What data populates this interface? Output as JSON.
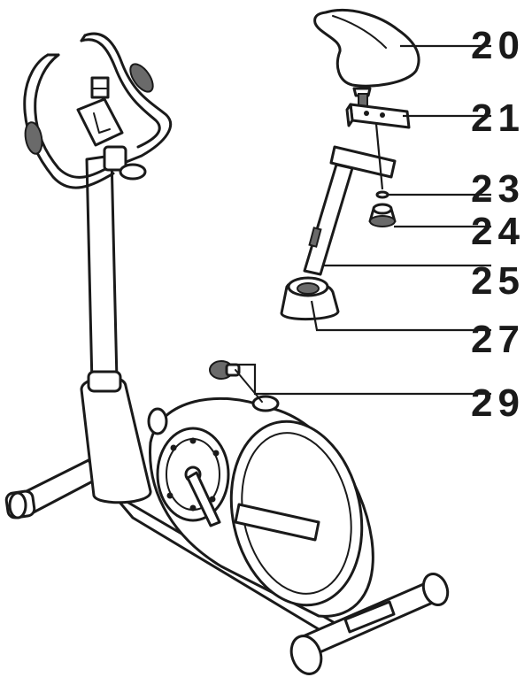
{
  "callouts": [
    {
      "id": "20",
      "label": "20"
    },
    {
      "id": "21",
      "label": "21"
    },
    {
      "id": "23",
      "label": "23"
    },
    {
      "id": "24",
      "label": "24"
    },
    {
      "id": "25",
      "label": "25"
    },
    {
      "id": "27",
      "label": "27"
    },
    {
      "id": "29",
      "label": "29"
    }
  ]
}
